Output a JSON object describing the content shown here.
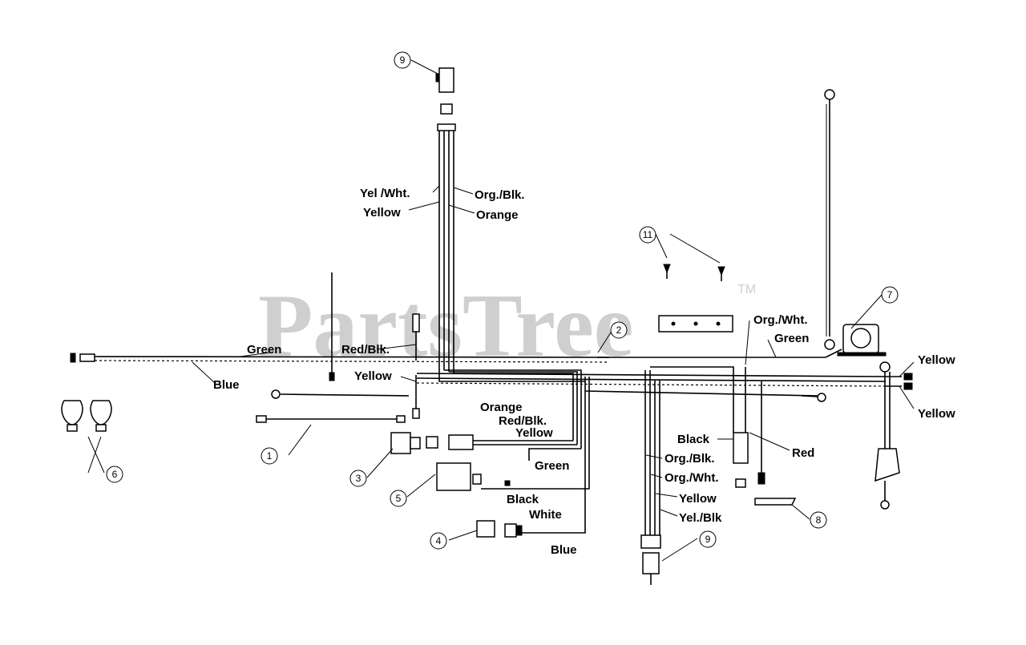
{
  "watermark": {
    "text": "PartsTree",
    "trademark": "TM"
  },
  "wire_labels": [
    {
      "id": "yel-wht-top",
      "text": "Yel /Wht."
    },
    {
      "id": "yellow-top",
      "text": "Yellow"
    },
    {
      "id": "org-blk-top",
      "text": "Org./Blk."
    },
    {
      "id": "orange-top",
      "text": "Orange"
    },
    {
      "id": "green-left",
      "text": "Green"
    },
    {
      "id": "blue-left",
      "text": "Blue"
    },
    {
      "id": "red-blk-mid",
      "text": "Red/Blk."
    },
    {
      "id": "yellow-mid",
      "text": "Yellow"
    },
    {
      "id": "orange-mid",
      "text": "Orange"
    },
    {
      "id": "red-blk-sw",
      "text": "Red/Blk."
    },
    {
      "id": "yellow-sw",
      "text": "Yellow"
    },
    {
      "id": "green-mid",
      "text": "Green"
    },
    {
      "id": "black-mid",
      "text": "Black"
    },
    {
      "id": "white-mid",
      "text": "White"
    },
    {
      "id": "blue-bottom",
      "text": "Blue"
    },
    {
      "id": "org-wht-right",
      "text": "Org./Wht."
    },
    {
      "id": "green-right",
      "text": "Green"
    },
    {
      "id": "yellow-right-top",
      "text": "Yellow"
    },
    {
      "id": "yellow-right-bot",
      "text": "Yellow"
    },
    {
      "id": "black-right",
      "text": "Black"
    },
    {
      "id": "red-right",
      "text": "Red"
    },
    {
      "id": "org-blk-low",
      "text": "Org./Blk."
    },
    {
      "id": "org-wht-low",
      "text": "Org./Wht."
    },
    {
      "id": "yellow-low",
      "text": "Yellow"
    },
    {
      "id": "yel-blk-low",
      "text": "Yel./Blk"
    }
  ],
  "callouts": [
    {
      "id": "c9-top",
      "number": "9"
    },
    {
      "id": "c11",
      "number": "11"
    },
    {
      "id": "c7",
      "number": "7"
    },
    {
      "id": "c2",
      "number": "2"
    },
    {
      "id": "c1",
      "number": "1"
    },
    {
      "id": "c6",
      "number": "6"
    },
    {
      "id": "c3",
      "number": "3"
    },
    {
      "id": "c5",
      "number": "5"
    },
    {
      "id": "c4",
      "number": "4"
    },
    {
      "id": "c9-bottom",
      "number": "9"
    },
    {
      "id": "c8",
      "number": "8"
    }
  ]
}
